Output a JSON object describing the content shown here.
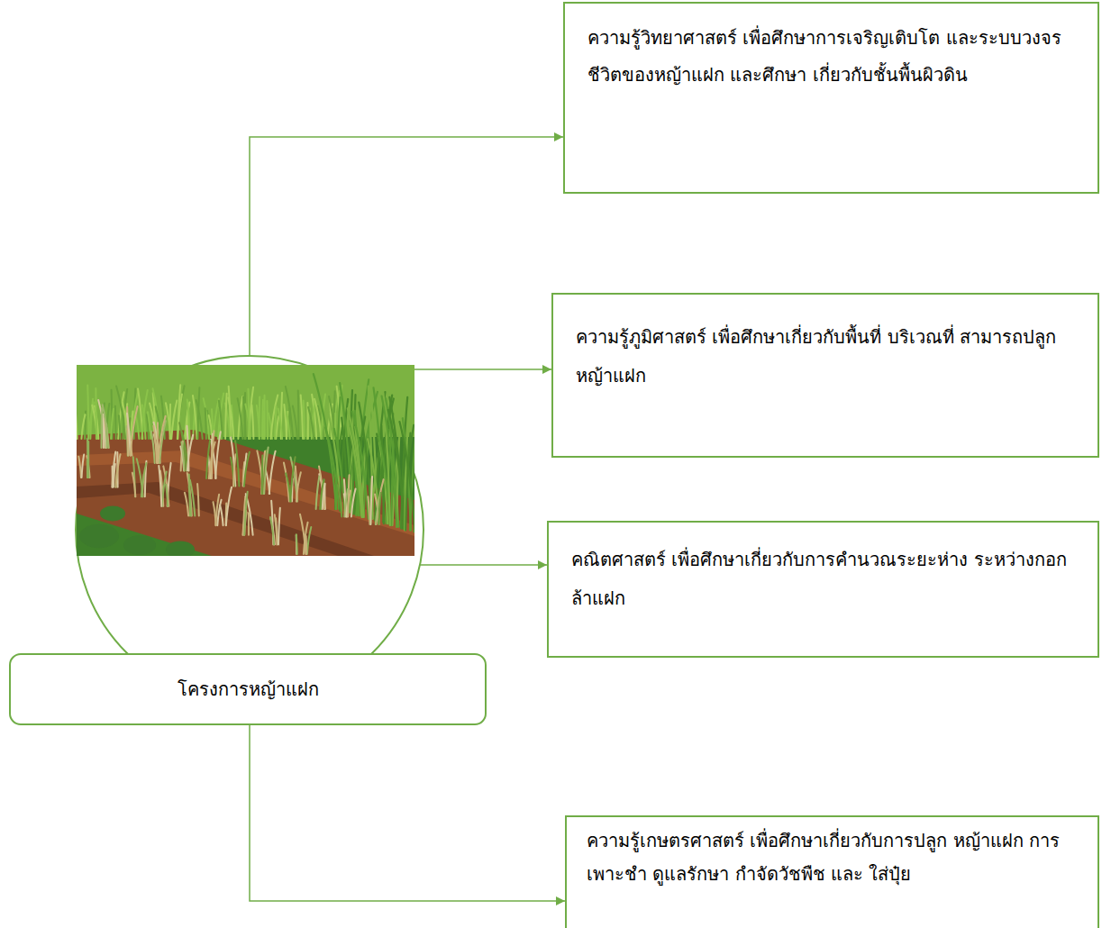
{
  "diagram": {
    "nodes": [
      {
        "text": [
          "โครงการหญ้าแฝก"
        ]
      },
      {
        "text": [
          "ความรู้วิทยาศาสตร์ เพื่อศึกษาการเจริญเติบโต และระบบวงจรชีวิตของหญ้าแฝก และศึกษา เกี่ยวกับชั้นพื้นผิวดิน"
        ]
      },
      {
        "text": [
          "ความรู้ภูมิศาสตร์ เพื่อศึกษาเกี่ยวกับพื้นที่ บริเวณที่ สามารถปลูกหญ้าแฝก"
        ]
      },
      {
        "text": [
          "คณิตศาสตร์ เพื่อศึกษาเกี่ยวกับการคำนวณระยะห่าง ระหว่างกอกล้าแฝก"
        ]
      },
      {
        "text": [
          "ความรู้เกษตรศาสตร์ เพื่อศึกษาเกี่ยวกับการปลูก หญ้าแฝก การเพาะชำ ดูแลรักษา กำจัดวัชพืช และ ใส่ปุ๋ย"
        ]
      }
    ],
    "edges": [
      {
        "from": 0,
        "to": 1,
        "arrow": "to"
      },
      {
        "from": 0,
        "to": 2,
        "arrow": "to"
      },
      {
        "from": 0,
        "to": 3,
        "arrow": "to"
      },
      {
        "from": 0,
        "to": 4,
        "arrow": "to"
      }
    ]
  }
}
